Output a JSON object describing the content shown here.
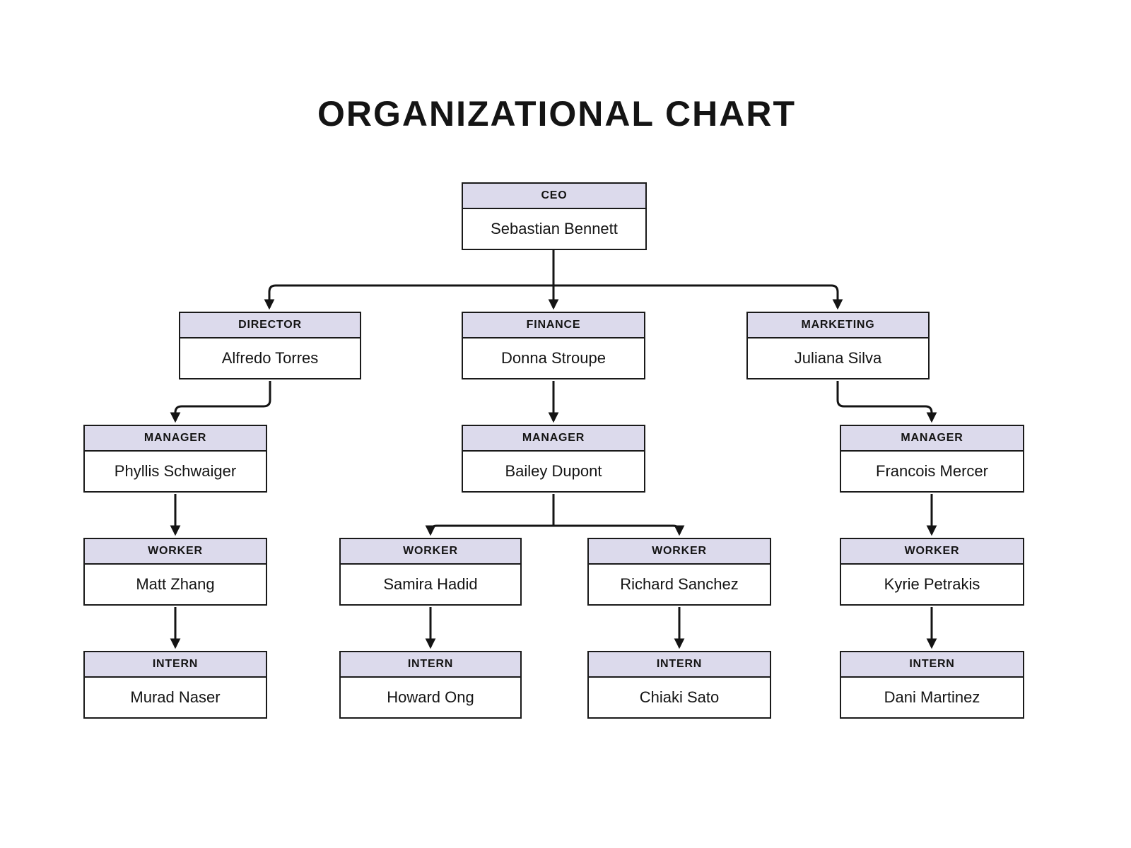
{
  "title": "ORGANIZATIONAL CHART",
  "colors": {
    "background": "#ffffff",
    "node_header_fill": "#dcdaec",
    "node_body_fill": "#ffffff",
    "border": "#1a1a1a",
    "connector": "#141414",
    "text": "#141414"
  },
  "nodes": [
    {
      "role": "CEO",
      "name": "Sebastian Bennett"
    },
    {
      "role": "DIRECTOR",
      "name": "Alfredo Torres"
    },
    {
      "role": "FINANCE",
      "name": "Donna Stroupe"
    },
    {
      "role": "MARKETING",
      "name": "Juliana Silva"
    },
    {
      "role": "MANAGER",
      "name": "Phyllis Schwaiger"
    },
    {
      "role": "MANAGER",
      "name": "Bailey Dupont"
    },
    {
      "role": "MANAGER",
      "name": "Francois Mercer"
    },
    {
      "role": "WORKER",
      "name": "Matt Zhang"
    },
    {
      "role": "WORKER",
      "name": "Samira Hadid"
    },
    {
      "role": "WORKER",
      "name": "Richard Sanchez"
    },
    {
      "role": "WORKER",
      "name": "Kyrie Petrakis"
    },
    {
      "role": "INTERN",
      "name": "Murad Naser"
    },
    {
      "role": "INTERN",
      "name": "Howard Ong"
    },
    {
      "role": "INTERN",
      "name": "Chiaki Sato"
    },
    {
      "role": "INTERN",
      "name": "Dani Martinez"
    }
  ],
  "edges": [
    {
      "from": "Sebastian Bennett",
      "to": "Alfredo Torres"
    },
    {
      "from": "Sebastian Bennett",
      "to": "Donna Stroupe"
    },
    {
      "from": "Sebastian Bennett",
      "to": "Juliana Silva"
    },
    {
      "from": "Alfredo Torres",
      "to": "Phyllis Schwaiger"
    },
    {
      "from": "Donna Stroupe",
      "to": "Bailey Dupont"
    },
    {
      "from": "Juliana Silva",
      "to": "Francois Mercer"
    },
    {
      "from": "Phyllis Schwaiger",
      "to": "Matt Zhang"
    },
    {
      "from": "Bailey Dupont",
      "to": "Samira Hadid"
    },
    {
      "from": "Bailey Dupont",
      "to": "Richard Sanchez"
    },
    {
      "from": "Francois Mercer",
      "to": "Kyrie Petrakis"
    },
    {
      "from": "Matt Zhang",
      "to": "Murad Naser"
    },
    {
      "from": "Samira Hadid",
      "to": "Howard Ong"
    },
    {
      "from": "Richard Sanchez",
      "to": "Chiaki Sato"
    },
    {
      "from": "Kyrie Petrakis",
      "to": "Dani Martinez"
    }
  ]
}
